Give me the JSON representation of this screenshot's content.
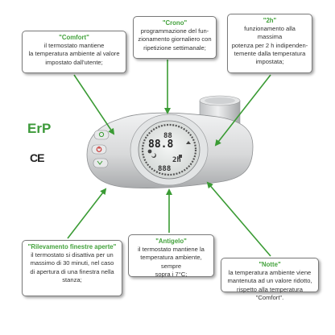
{
  "callouts": {
    "comfort": {
      "title": "\"Comfort\"",
      "lines": [
        "il termostato mantiene",
        "la temperatura ambiente al valore",
        "impostato dall'utente;"
      ]
    },
    "crono": {
      "title": "\"Crono\"",
      "lines": [
        "programmazione del fun-",
        "zionamento giornaliero con",
        "ripetizione settimanale;"
      ]
    },
    "two_h": {
      "title": "\"2h\"",
      "lines": [
        "funzionamento alla massima",
        "potenza per 2 h indipenden-",
        "temente dalla temperatura",
        "impostata;"
      ]
    },
    "finestre": {
      "title": "\"Rilevamento finestre aperte\"",
      "lines": [
        "il termostato si disattiva per  un",
        "massimo di 30 minuti, nel caso",
        "di apertura di una finestra nella",
        "stanza;"
      ]
    },
    "antigelo": {
      "title": "\"Antigelo\"",
      "lines": [
        "il termostato mantiene la",
        "temperatura ambiente, sempre",
        "sopra i 7°C;"
      ]
    },
    "notte": {
      "title": "\"Notte\"",
      "lines": [
        "la temperatura ambiente viene",
        "mantenuta ad un valore ridotto,",
        "rispetto alla temperatura \"Comfort\"."
      ]
    }
  },
  "marks": {
    "erp": "ErP",
    "ce": "CE"
  },
  "display": {
    "top_digits": "88",
    "main_digits": "88.8",
    "sub_digits": "888",
    "two_h": "2h"
  },
  "colors": {
    "accent_green": "#43a23c",
    "arrow_green": "#3a9b34",
    "device_body": "#d9dadb",
    "button_red": "#c9302c",
    "button_green": "#3a9b34"
  }
}
